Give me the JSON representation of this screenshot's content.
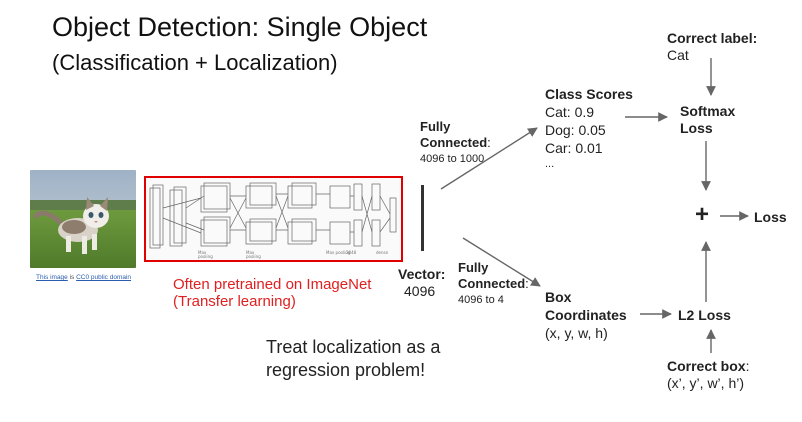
{
  "title": "Object Detection: Single Object",
  "subtitle": "(Classification + Localization)",
  "image_credit": {
    "link1": "This image",
    "text": " is ",
    "link2": "CC0 public domain"
  },
  "pretrained_note": [
    "Often pretrained on ImageNet",
    "(Transfer learning)"
  ],
  "vector": {
    "label": "Vector:",
    "value": "4096"
  },
  "fc_top": {
    "label1": "Fully",
    "label2": "Connected",
    "colon": ":",
    "size": "4096 to 1000"
  },
  "fc_bottom": {
    "label1": "Fully",
    "label2": "Connected",
    "colon": ":",
    "size": "4096 to 4"
  },
  "class_scores": {
    "heading": "Class Scores",
    "items": [
      "Cat: 0.9",
      "Dog: 0.05",
      "Car: 0.01",
      "..."
    ]
  },
  "box_coords": {
    "heading1": "Box",
    "heading2": "Coordinates",
    "value": "(x, y, w, h)"
  },
  "correct_label": {
    "heading": "Correct label:",
    "value": "Cat"
  },
  "softmax": {
    "line1": "Softmax",
    "line2": "Loss"
  },
  "plus": "+",
  "loss": "Loss",
  "l2": "L2 Loss",
  "correct_box": {
    "heading": "Correct box",
    "colon": ":",
    "value": "(x’, y’, w’, h’)"
  },
  "treat_note": [
    "Treat localization as a",
    "regression problem!"
  ],
  "colors": {
    "accent_red": "#e02020",
    "arrow_gray": "#666666",
    "text": "#111111"
  },
  "icons": {
    "cat_photo": "cat-photo",
    "network": "convnet-diagram"
  }
}
